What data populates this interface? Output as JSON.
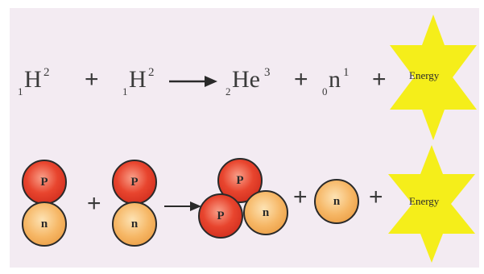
{
  "equation": {
    "reactant1": {
      "pre": "1",
      "symbol": "H",
      "sup": "2"
    },
    "plus1": "+",
    "reactant2": {
      "pre": "1",
      "symbol": "H",
      "sup": "2"
    },
    "product1": {
      "pre": "2",
      "symbol": "He",
      "sup": "3"
    },
    "plus2": "+",
    "product2": {
      "pre": "0",
      "symbol": "n",
      "sup": "1"
    },
    "plus3": "+",
    "energy": "Energy"
  },
  "nuclear": {
    "proton_label": "P",
    "neutron_label": "n",
    "plus": "+",
    "energy": "Energy"
  },
  "colors": {
    "background": "#f3ebf2",
    "proton": "#e8452e",
    "neutron": "#f6b766",
    "star": "#f5ee1a",
    "arrow": "#2a2a2a"
  }
}
